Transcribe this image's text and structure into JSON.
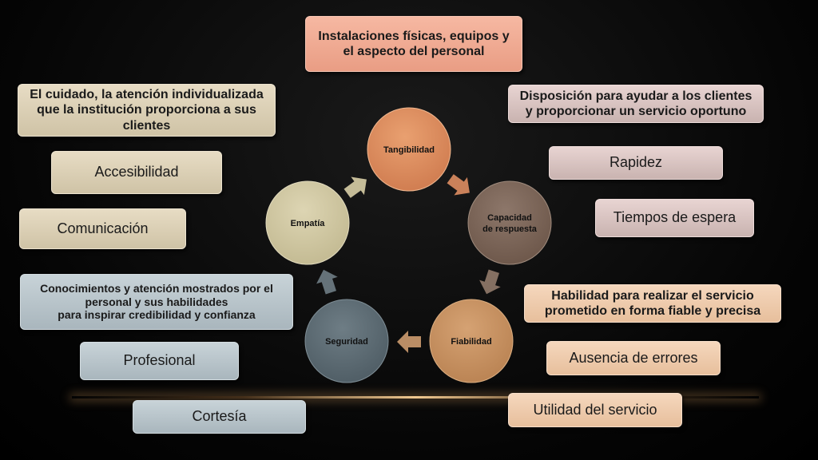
{
  "colors": {
    "tangibilidad": "#d9875b",
    "capacidad": "#7a6457",
    "fiabilidad": "#c48f5f",
    "seguridad": "#5c6b73",
    "empatia": "#cdc49e",
    "arrow": "#d2b08a"
  },
  "top_box": {
    "line1": "Instalaciones físicas, equipos y",
    "line2": "el aspecto del personal"
  },
  "left_top": {
    "line1": "El cuidado, la atención individualizada",
    "line2": "que la institución proporciona a sus",
    "line3": "clientes"
  },
  "left_items": {
    "accesibilidad": "Accesibilidad",
    "comunicacion": "Comunicación"
  },
  "left_mid": {
    "line1": "Conocimientos y atención mostrados por el",
    "line2": "personal y sus habilidades",
    "line3": "para inspirar credibilidad y confianza"
  },
  "left_bottom": {
    "profesional": "Profesional",
    "cortesia": "Cortesía"
  },
  "right_top": {
    "line1": "Disposición para ayudar a los clientes",
    "line2": "y proporcionar un servicio oportuno"
  },
  "right_items": {
    "rapidez": "Rapidez",
    "tiempos": "Tiempos de espera"
  },
  "right_mid": {
    "line1": "Habilidad para realizar el servicio",
    "line2": "prometido en forma fiable y precisa"
  },
  "right_bottom": {
    "ausencia": "Ausencia de errores",
    "utilidad": "Utilidad del servicio"
  },
  "cycle": {
    "tangibilidad": "Tangibilidad",
    "capacidad_l1": "Capacidad",
    "capacidad_l2": "de respuesta",
    "fiabilidad": "Fiabilidad",
    "seguridad": "Seguridad",
    "empatia": "Empatía"
  }
}
